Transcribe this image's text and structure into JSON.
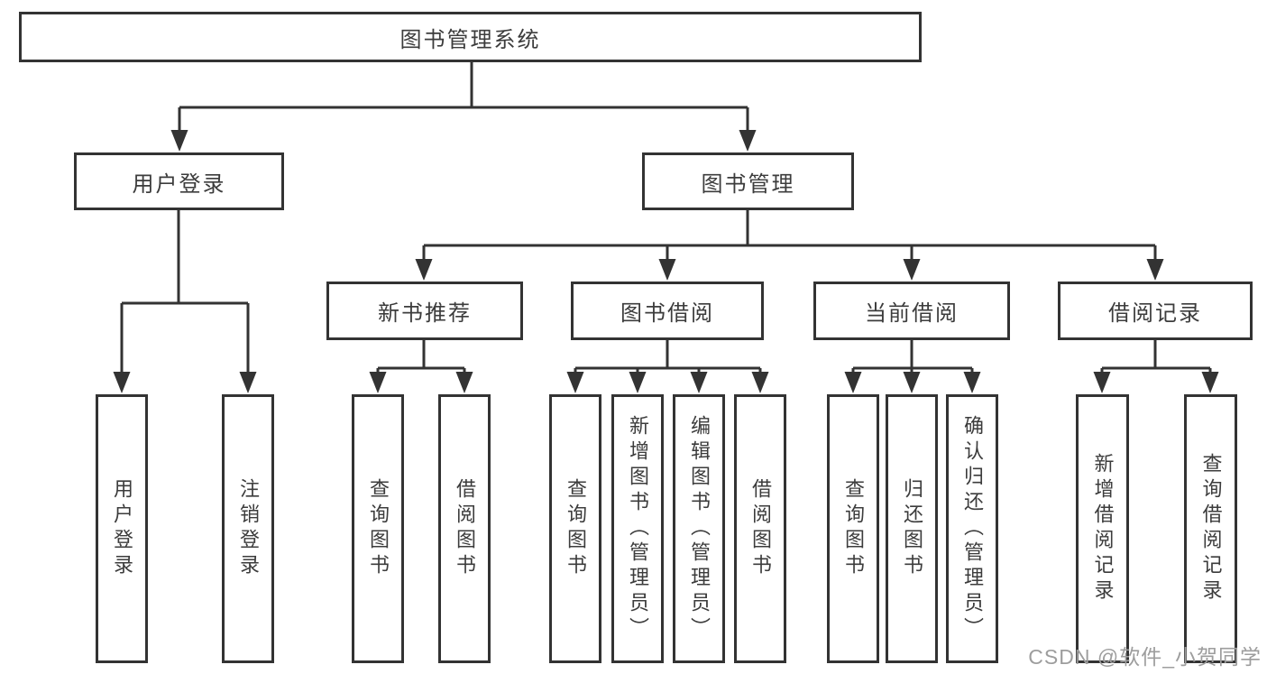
{
  "title": {
    "label": "图书管理系统"
  },
  "level2": {
    "user_login": "用户登录",
    "book_management": "图书管理"
  },
  "level3": {
    "new_book_recommend": "新书推荐",
    "book_borrowing": "图书借阅",
    "current_borrowing": "当前借阅",
    "borrowing_records": "借阅记录"
  },
  "leaves": {
    "user_login": "用户登录",
    "logout": "注销登录",
    "rec_query_books": "查询图书",
    "rec_borrow_books": "借阅图书",
    "bb_query_books": "查询图书",
    "bb_add_books": "新增图书（管理员）",
    "bb_edit_books": "编辑图书（管理员）",
    "bb_borrow_books": "借阅图书",
    "cb_query_books": "查询图书",
    "cb_return_books": "归还图书",
    "cb_confirm_return": "确认归还（管理员）",
    "br_add_record": "新增借阅记录",
    "br_query_record": "查询借阅记录"
  },
  "watermark": "CSDN @软件_小贺同学",
  "colors": {
    "line": "#333333",
    "box_border": "#333333",
    "text": "#3c3c3c",
    "watermark": "#9d9d9d",
    "background": "#ffffff"
  },
  "icons": {
    "connector_arrow": "arrow-down"
  }
}
